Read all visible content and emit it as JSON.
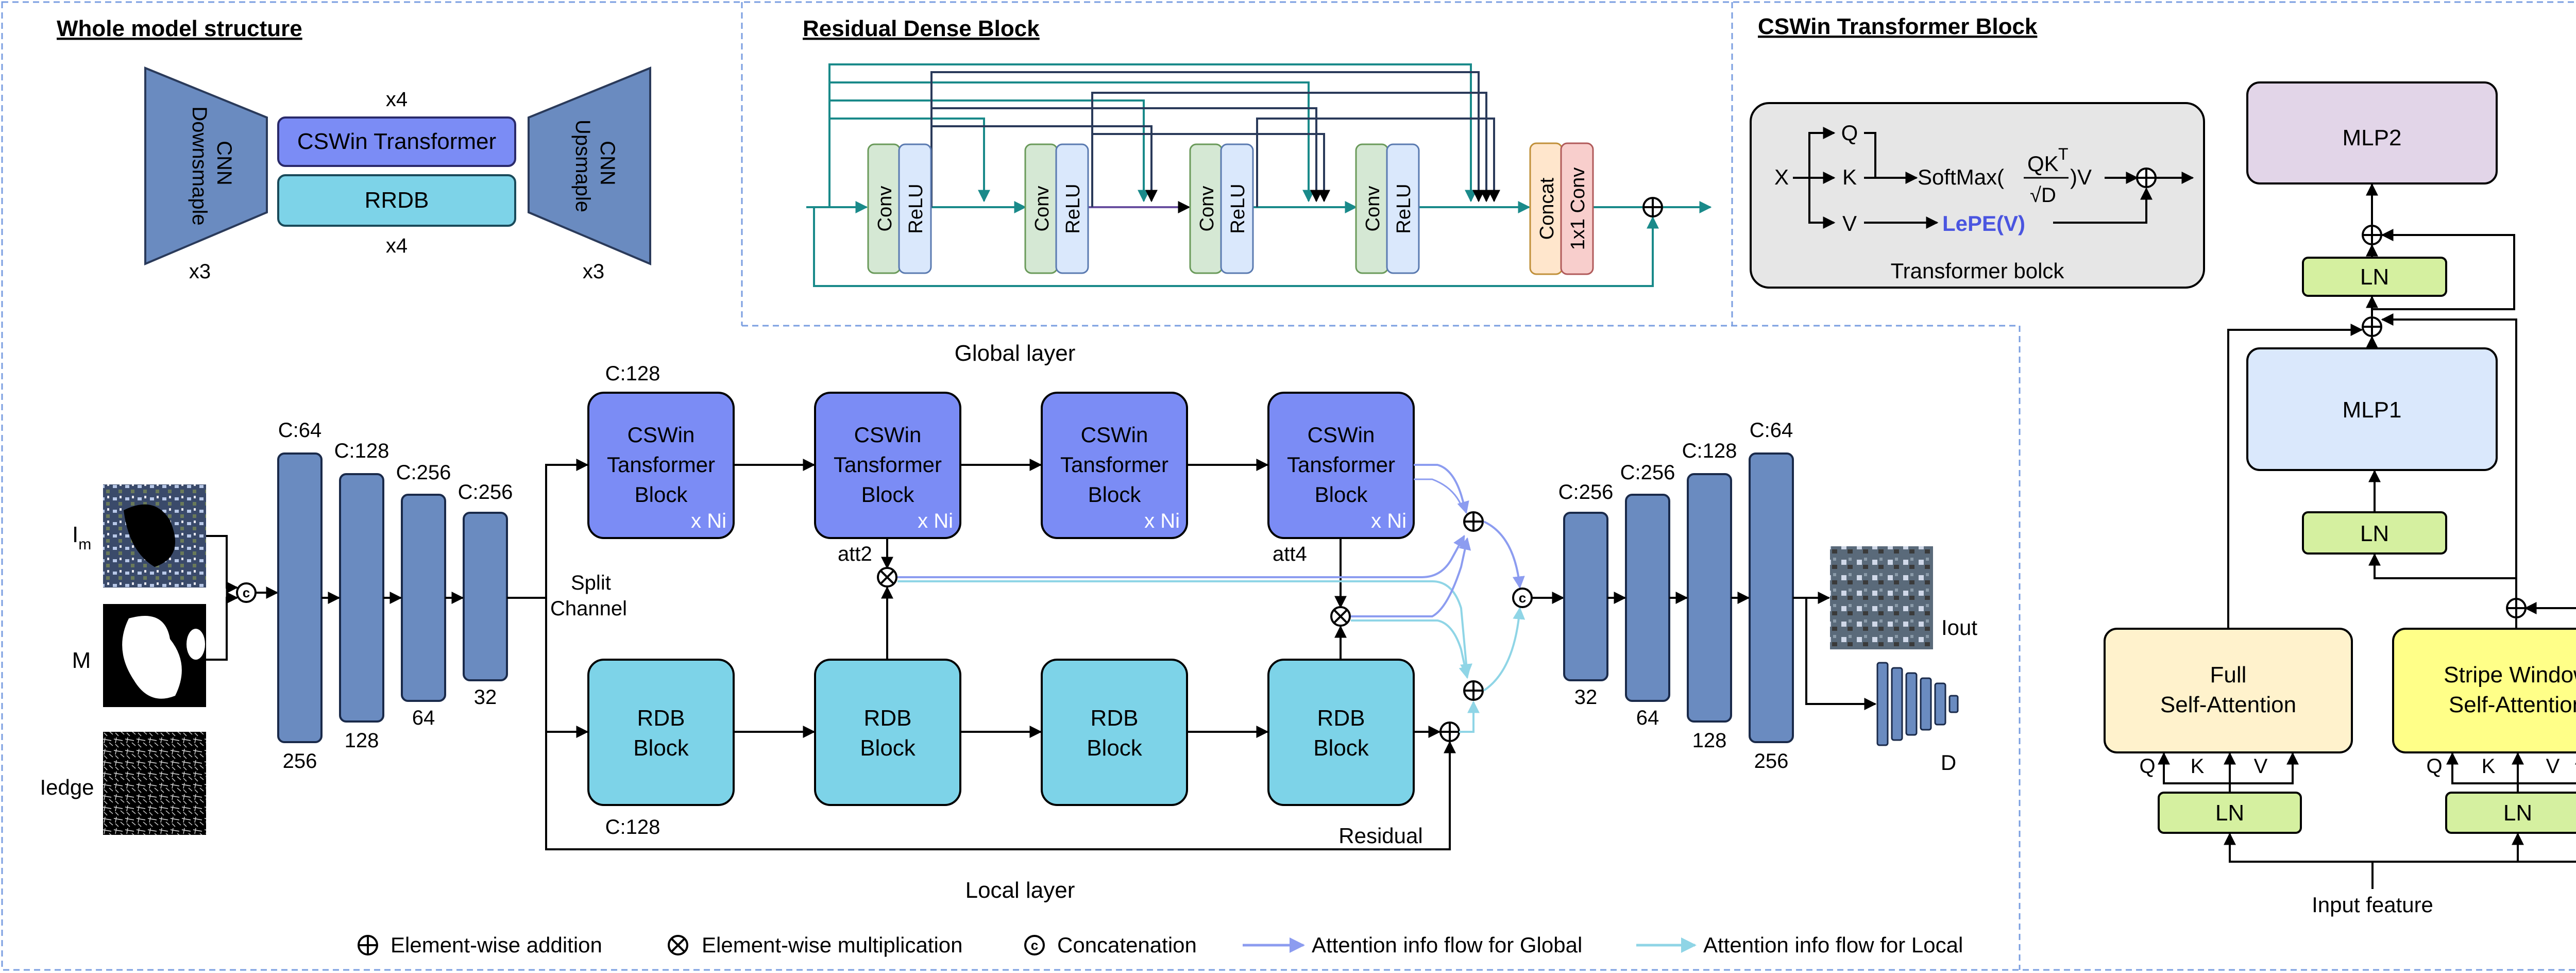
{
  "panels": {
    "whole_model": "Whole model structure",
    "rdb": "Residual Dense Block",
    "cswin": "CSWin Transformer Block"
  },
  "whole_model": {
    "encoder_label": "CNN\nDownsmaple",
    "decoder_label": "CNN\nUpsmaple",
    "cswin_box": "CSWin Transformer",
    "rrdb_box": "RRDB",
    "x4_top": "x4",
    "x4_bottom": "x4",
    "x3_left": "x3",
    "x3_right": "x3"
  },
  "rdb": {
    "conv": "Conv",
    "relu": "ReLU",
    "concat": "Concat",
    "conv1x1": "1x1 Conv"
  },
  "transformer_block": {
    "x": "X",
    "q": "Q",
    "k": "K",
    "v": "V",
    "softmax_pre": "SoftMax(",
    "qk": "QK",
    "t_sup": "T",
    "sqrt_d": "√D",
    "softmax_post": ")V",
    "lepe": "LePE(V)",
    "caption": "Transformer bolck"
  },
  "cswin_block": {
    "mlp2": "MLP2",
    "mlp1": "MLP1",
    "ln": "LN",
    "full_sa": "Full\nSelf-Attention",
    "stripe_sa": "Stripe Window\nSelf-Attention",
    "q": "Q",
    "k": "K",
    "v": "V",
    "input": "Input feature"
  },
  "main": {
    "global_layer": "Global layer",
    "local_layer": "Local layer",
    "inputs": {
      "im": "I",
      "im_sub": "m",
      "m": "M",
      "iedge": "Iedge"
    },
    "encoder": {
      "top": [
        "C:64",
        "C:128",
        "C:256",
        "C:256"
      ],
      "bottom": [
        "256",
        "128",
        "64",
        "32"
      ]
    },
    "split_channel": "Split\nChannel",
    "c128_top": "C:128",
    "c128_bottom": "C:128",
    "cswin_block_label": "CSWin\nTansformer\nBlock",
    "x_ni": "x Ni",
    "rdb_block_label": "RDB\nBlock",
    "att2": "att2",
    "att4": "att4",
    "residual": "Residual",
    "decoder": {
      "top": [
        "C:256",
        "C:256",
        "C:128",
        "C:64"
      ],
      "bottom": [
        "32",
        "64",
        "128",
        "256"
      ]
    },
    "iout": "Iout",
    "d": "D"
  },
  "legend": {
    "add": "Element-wise addition",
    "mul": "Element-wise multiplication",
    "concat": "Concatenation",
    "global_flow": "Attention info flow for Global",
    "local_flow": "Attention info flow for Local"
  },
  "colors": {
    "cswin_blue": "#7b8cf5",
    "rdb_cyan": "#7dd3e8",
    "encoder_navy": "#6a8bc0",
    "teal": "#1a8a8a",
    "global_arrow": "#8c9cf0",
    "local_arrow": "#8fd5e6",
    "mlp2": "#e2d5e8",
    "mlp1": "#dae8fc",
    "ln": "#d5f0a0",
    "full_sa": "#fff2cc",
    "stripe_sa": "#ffff88",
    "conv_green": "#d5e8d4",
    "relu_blue": "#dae8fc",
    "concat_orange": "#ffe6cc",
    "conv1x1_red": "#f8cecc"
  }
}
